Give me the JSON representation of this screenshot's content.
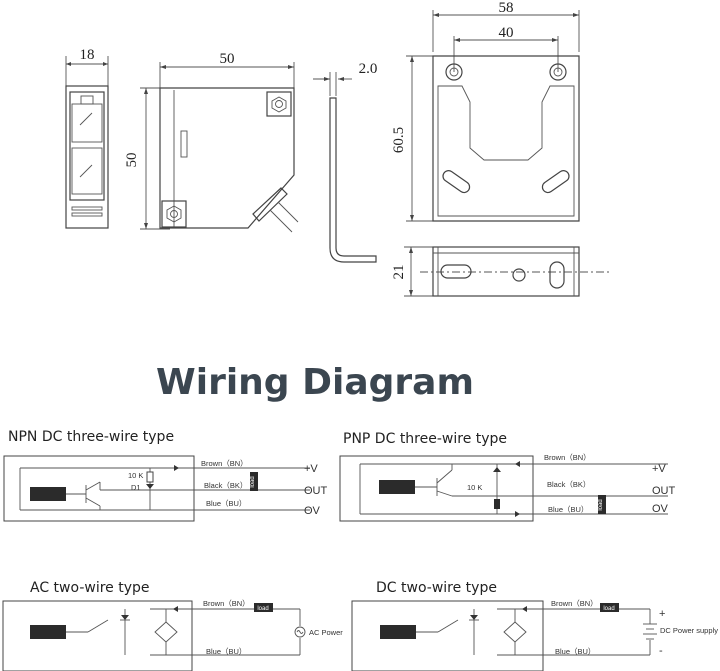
{
  "dimensions": {
    "front_width": "18",
    "side_width": "50",
    "side_height": "50",
    "bracket_thickness": "2.0",
    "bracket_width": "58",
    "hole_spacing": "40",
    "bracket_height": "60.5",
    "bracket_depth": "21"
  },
  "title": "Wiring Diagram",
  "npn": {
    "heading": "NPN DC three-wire type",
    "resistor": "10 K",
    "diode": "D1",
    "brown": "Brown（BN）",
    "black": "Black（BK）",
    "blue": "Blue（BU）",
    "load": "load",
    "vplus": "+V",
    "out": "OUT",
    "ov": "OV"
  },
  "pnp": {
    "heading": "PNP DC three-wire type",
    "resistor": "10 K",
    "brown": "Brown（BN）",
    "black": "Black（BK）",
    "blue": "Blue（BU）",
    "load": "load",
    "vplus": "+V",
    "out": "OUT",
    "ov": "OV"
  },
  "ac": {
    "heading": "AC two-wire type",
    "brown": "Brown（BN）",
    "blue": "Blue（BU）",
    "load": "load",
    "power": "AC Power"
  },
  "dc": {
    "heading": "DC two-wire type",
    "brown": "Brown（BN）",
    "blue": "Blue（BU）",
    "load": "load",
    "power": "DC Power supply",
    "plus": "+",
    "minus": "-"
  }
}
